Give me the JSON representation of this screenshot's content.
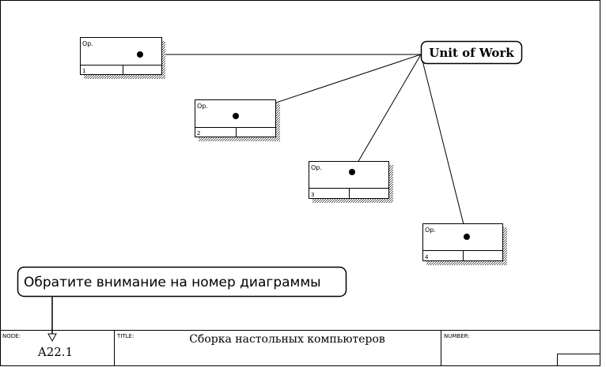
{
  "unit_of_work": {
    "label": "Unit of Work"
  },
  "callout": {
    "text": "Обратите внимание на номер диаграммы"
  },
  "boxes": [
    {
      "tag": "Op.",
      "number": "1"
    },
    {
      "tag": "Op.",
      "number": "2"
    },
    {
      "tag": "Op.",
      "number": "3"
    },
    {
      "tag": "Op.",
      "number": "4"
    }
  ],
  "footer": {
    "node_label": "NODE:",
    "node_value": "A22.1",
    "title_label": "TITLE:",
    "title_value": "Сборка настольных компьютеров",
    "number_label": "NUMBER:",
    "number_value": ""
  }
}
